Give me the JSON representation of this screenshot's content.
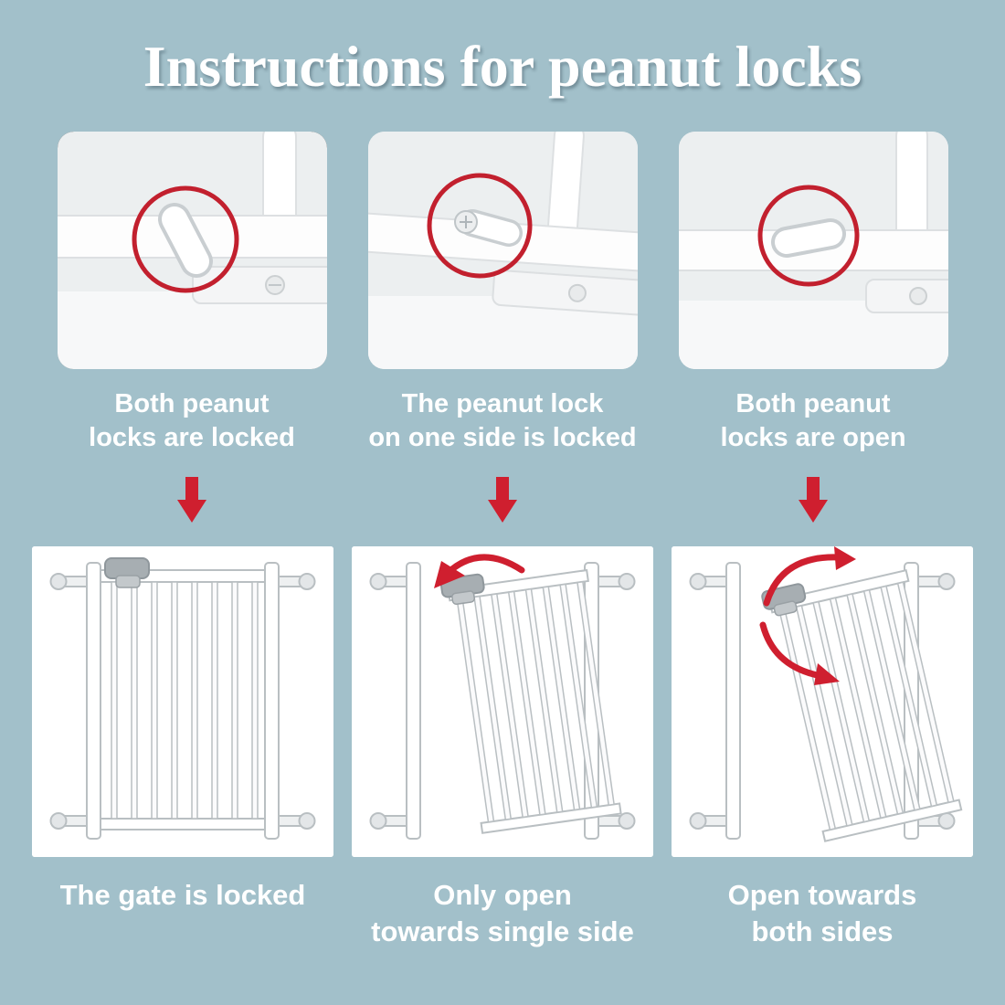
{
  "title": "Instructions for peanut locks",
  "colors": {
    "background": "#a2c0ca",
    "accent_red": "#c9202e",
    "text": "#ffffff",
    "card_background": "#ffffff"
  },
  "icons": {
    "down_arrow": "down-arrow-icon",
    "red_circle_highlight": "red-circle-highlight-icon",
    "curved_arrow": "curved-arrow-icon",
    "peanut_lock": "peanut-lock-icon"
  },
  "steps": [
    {
      "caption_line1": "Both peanut",
      "caption_line2": "locks are locked"
    },
    {
      "caption_line1": "The peanut lock",
      "caption_line2": "on one side is locked"
    },
    {
      "caption_line1": "Both peanut",
      "caption_line2": "locks are open"
    }
  ],
  "results": [
    {
      "caption_line1": "The gate is locked",
      "caption_line2": ""
    },
    {
      "caption_line1": "Only open",
      "caption_line2": "towards single side"
    },
    {
      "caption_line1": "Open towards",
      "caption_line2": "both sides"
    }
  ]
}
